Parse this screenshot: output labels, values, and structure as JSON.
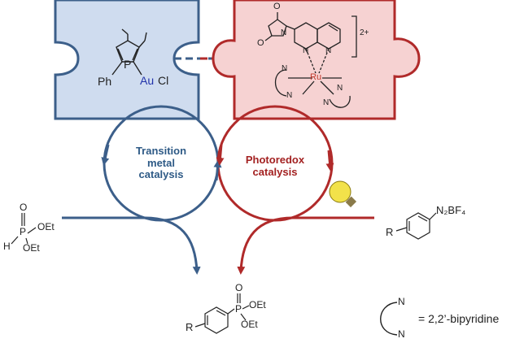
{
  "colors": {
    "blue_stroke": "#3c5f8a",
    "blue_fill": "#cfdcef",
    "red_stroke": "#b02a2a",
    "red_fill": "#f6d2d2",
    "ru_color": "#c0392b",
    "au_color": "#2233aa",
    "bulb": "#f2e24a"
  },
  "gold_complex": {
    "ph": "Ph",
    "p": "P",
    "au": "Au",
    "cl": "Cl"
  },
  "ru_complex": {
    "charge_sup": "2+",
    "ru": "Ru",
    "n": "N",
    "o": "O"
  },
  "cycles": {
    "left_line1": "Transition",
    "left_line2": "metal",
    "left_line3": "catalysis",
    "right_line1": "Photoredox",
    "right_line2": "catalysis"
  },
  "reagents": {
    "phosphite_o": "O",
    "phosphite_p": "P",
    "phosphite_h": "H",
    "phosphite_oet1": "OEt",
    "phosphite_oet2": "OEt",
    "diazonium_r": "R",
    "diazonium_group": "N₂BF₄"
  },
  "product": {
    "r": "R",
    "p": "P",
    "o": "O",
    "oet1": "OEt",
    "oet2": "OEt"
  },
  "legend": {
    "n_top": "N",
    "n_bottom": "N",
    "definition": "= 2,2’-bipyridine"
  }
}
